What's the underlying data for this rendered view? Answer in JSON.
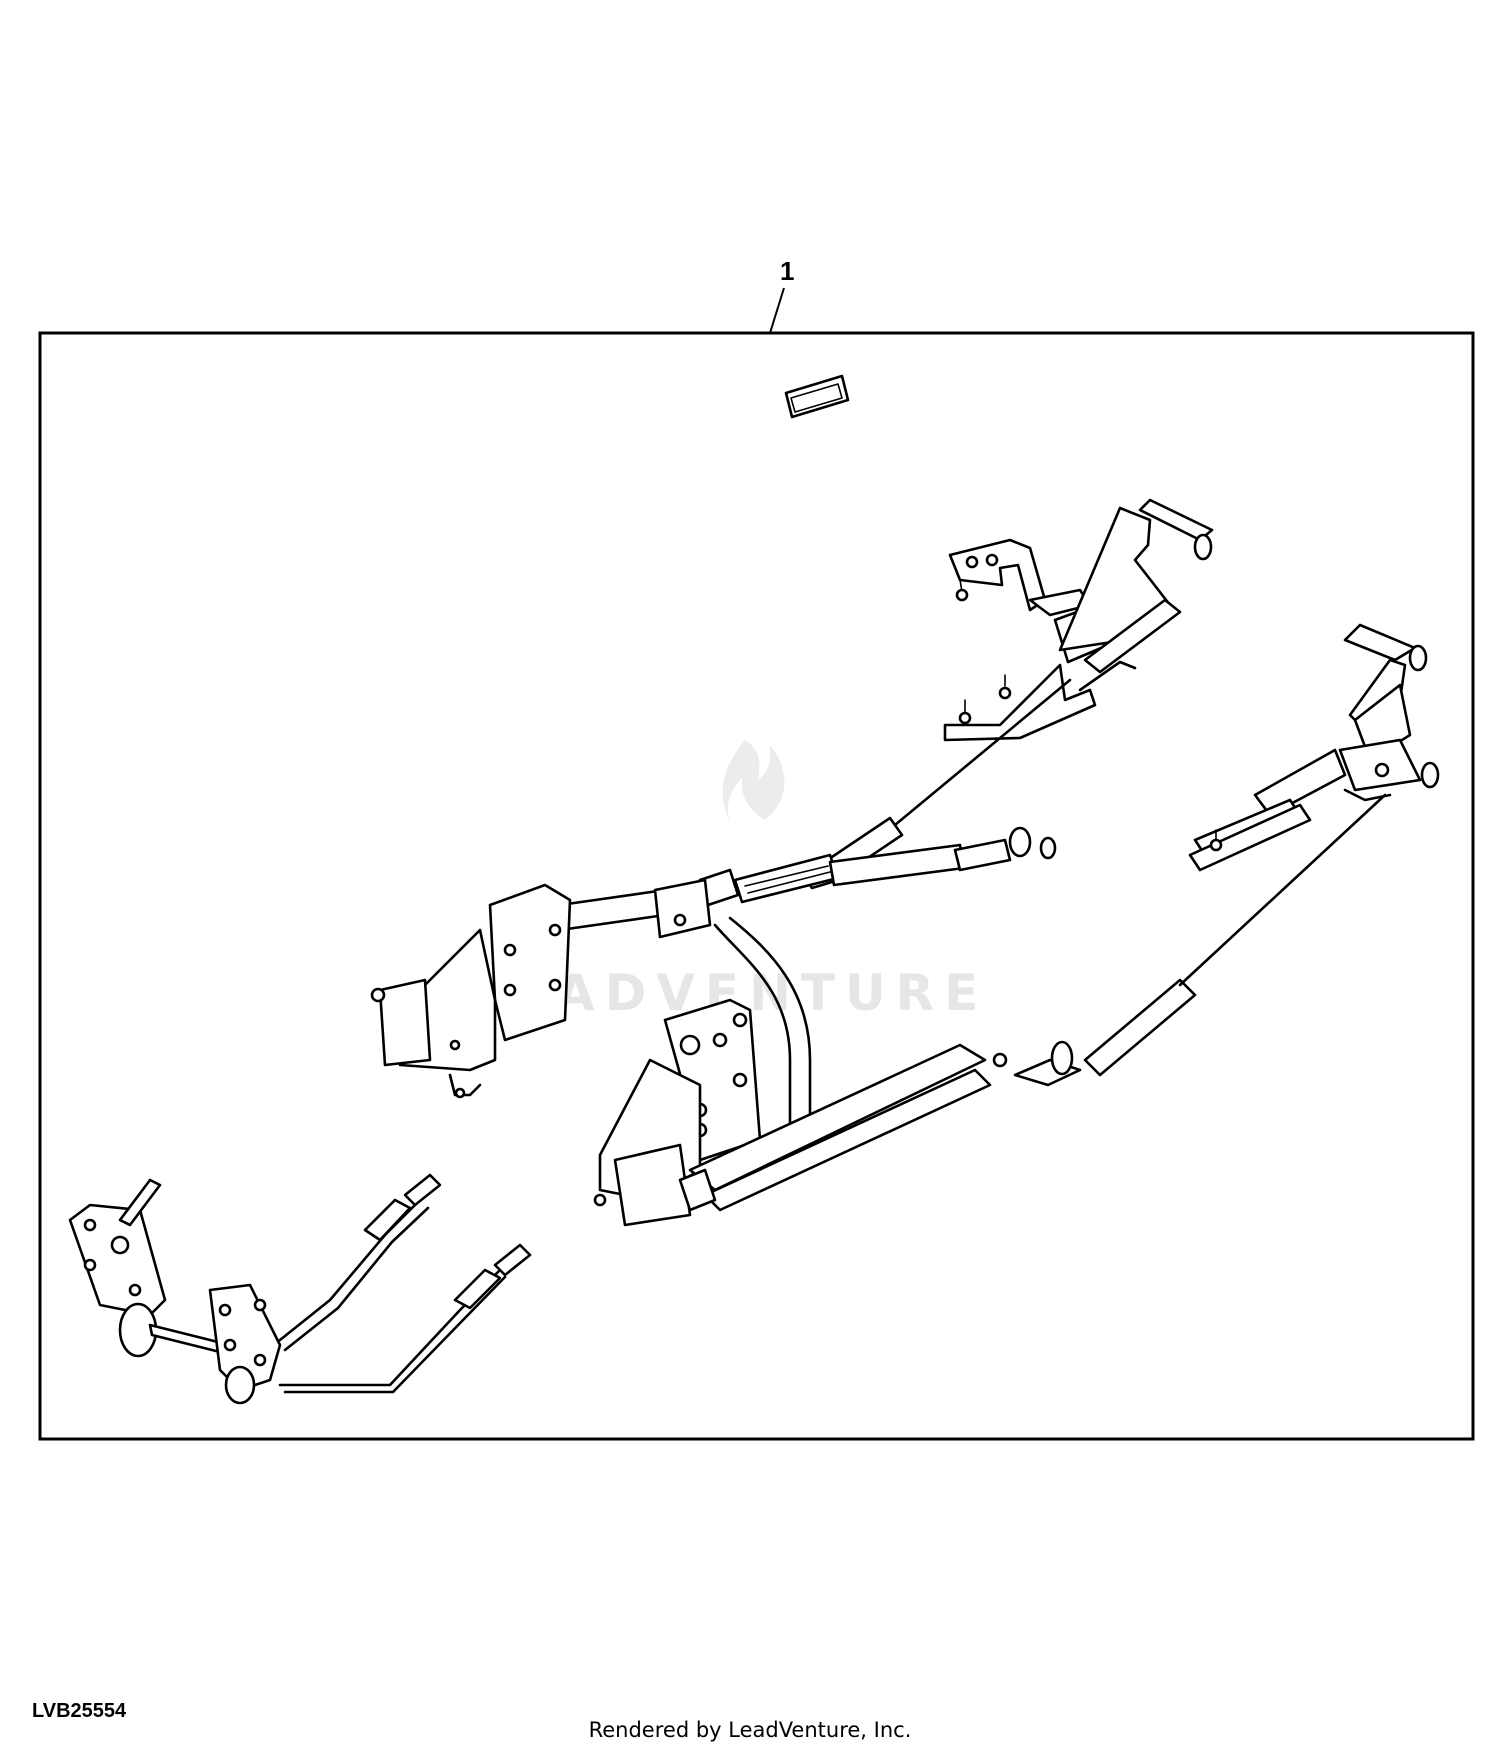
{
  "diagram": {
    "callout_number": "1",
    "figure_id": "LVB25554",
    "watermark_text": "LEADVENTURE",
    "footer_credit": "Rendered by LeadVenture, Inc."
  },
  "colors": {
    "line": "#000000",
    "watermark": "#e6e6e6",
    "background": "#ffffff"
  }
}
